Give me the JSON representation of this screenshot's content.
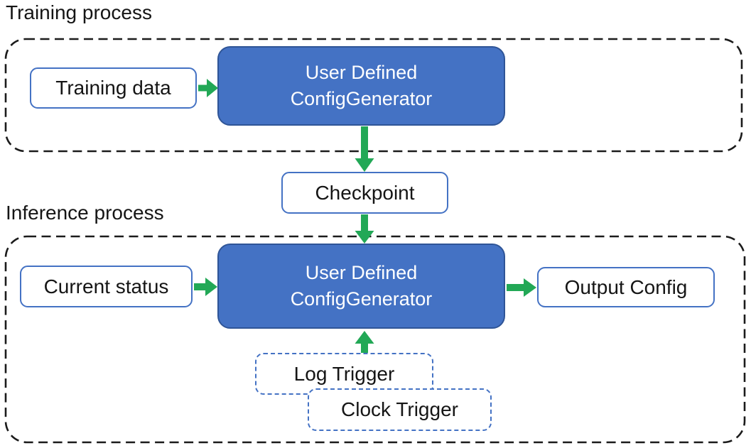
{
  "sections": [
    {
      "label": "Training process"
    },
    {
      "label": "Inference process"
    }
  ],
  "nodes": {
    "training_data": {
      "label": "Training data"
    },
    "generator_training": {
      "line1": "User Defined",
      "line2": "ConfigGenerator"
    },
    "checkpoint": {
      "label": "Checkpoint"
    },
    "current_status": {
      "label": "Current status"
    },
    "generator_inference": {
      "line1": "User Defined",
      "line2": "ConfigGenerator"
    },
    "output_config": {
      "label": "Output Config"
    },
    "log_trigger": {
      "label": "Log Trigger"
    },
    "clock_trigger": {
      "label": "Clock Trigger"
    }
  },
  "colors": {
    "node_fill": "#4472C4",
    "node_stroke": "#2F5597",
    "light_box_stroke": "#4472C4",
    "trigger_stroke": "#4472C4",
    "arrow_green": "#22A856",
    "container_stroke": "#1B1B1B",
    "text_dark": "#151515",
    "text_light": "#FFFFFF"
  }
}
